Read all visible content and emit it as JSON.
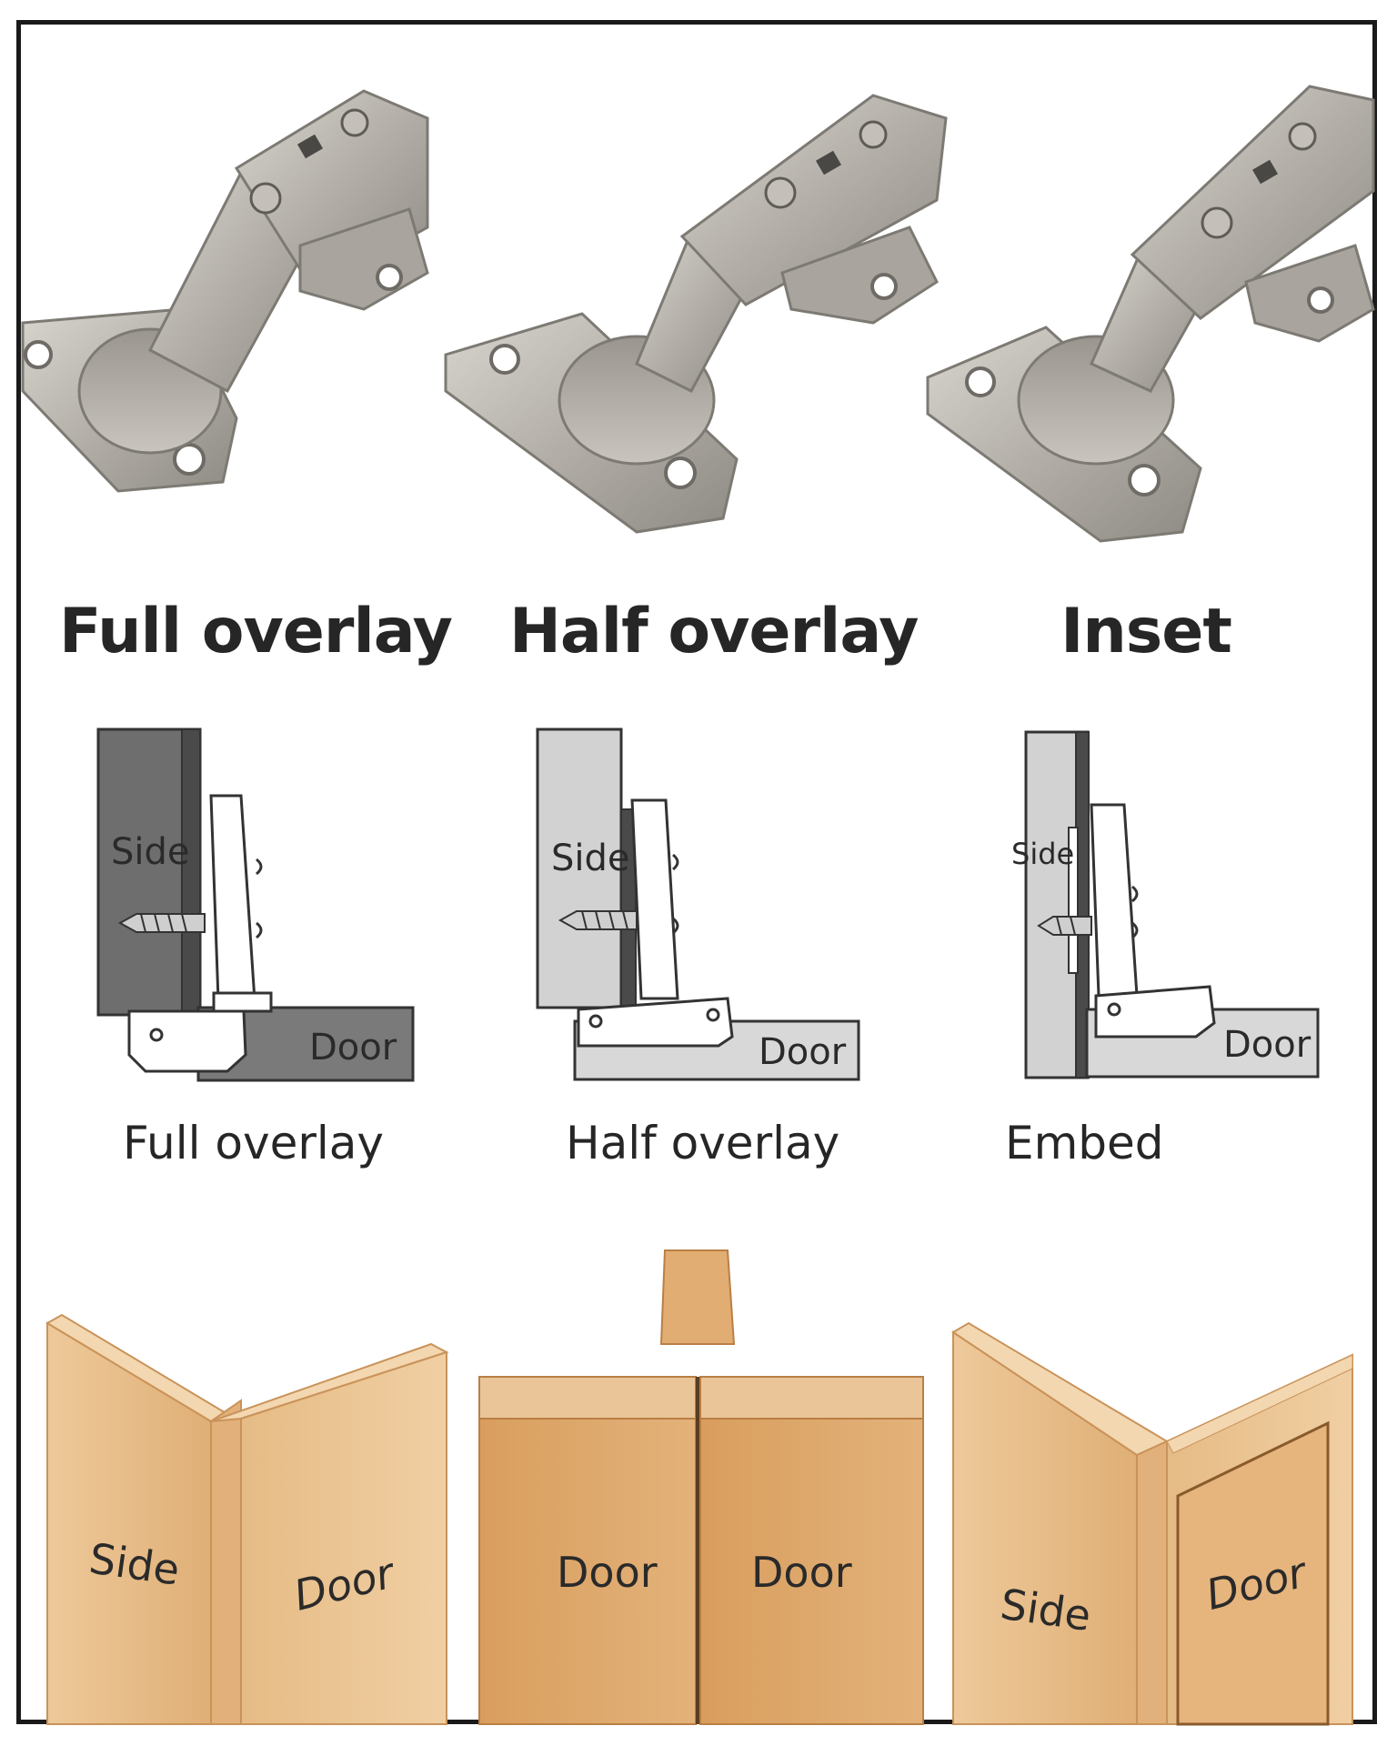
{
  "headings": [
    "Full overlay",
    "Half overlay",
    "Inset"
  ],
  "captions": [
    "Full overlay",
    "Half overlay",
    "Embed"
  ],
  "diagram_labels": {
    "side": "Side",
    "door": "Door"
  },
  "wood_labels": {
    "panel1_side": "Side",
    "panel1_door": "Door",
    "panel2_door_left": "Door",
    "panel2_door_right": "Door",
    "panel3_side": "Side",
    "panel3_door": "Door"
  },
  "colors": {
    "metal": "#b9b6b0",
    "metal_dark": "#8d8a85",
    "wood_light": "#e8c08e",
    "wood_mid": "#dba66b",
    "wood_dark": "#c98f55",
    "diagram_dark": "#6e6e6e",
    "diagram_light": "#d2d2d2"
  }
}
